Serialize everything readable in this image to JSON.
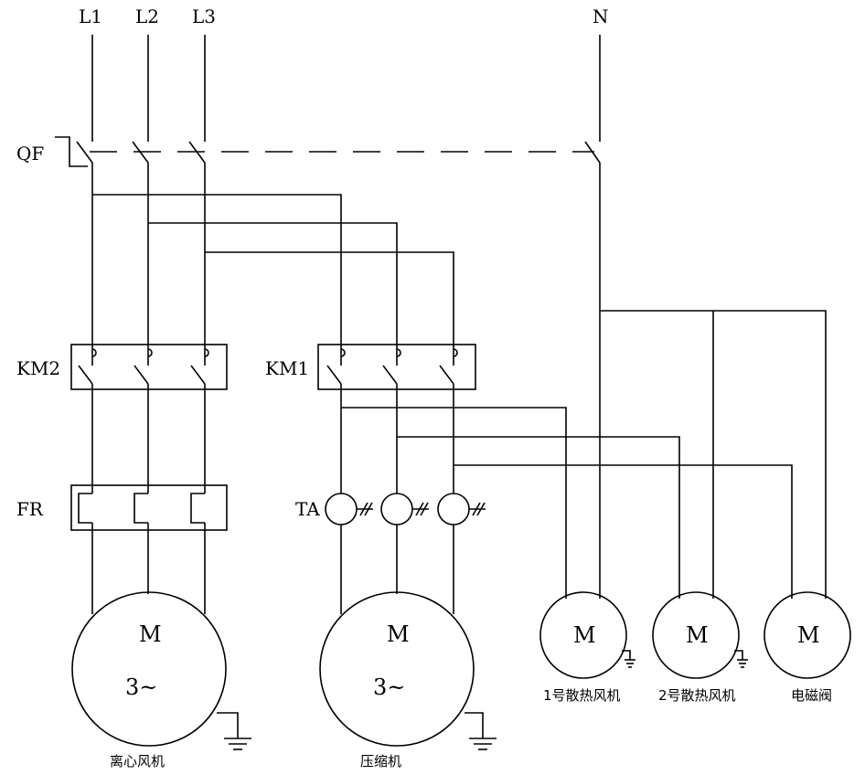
{
  "phases": [
    "L1",
    "L2",
    "L3"
  ],
  "neutral": "N",
  "breaker": "QF",
  "contactor_fan": "KM2",
  "contactor_compressor": "KM1",
  "overload_relay": "FR",
  "current_transformer": "TA",
  "motor_symbol": "M",
  "three_phase_symbol": "3~",
  "motors": {
    "centrifugal_fan": "离心风机",
    "compressor": "压缩机",
    "cooling_fan_1": "1号散热风机",
    "cooling_fan_2": "2号散热风机",
    "solenoid_valve": "电磁阀"
  }
}
